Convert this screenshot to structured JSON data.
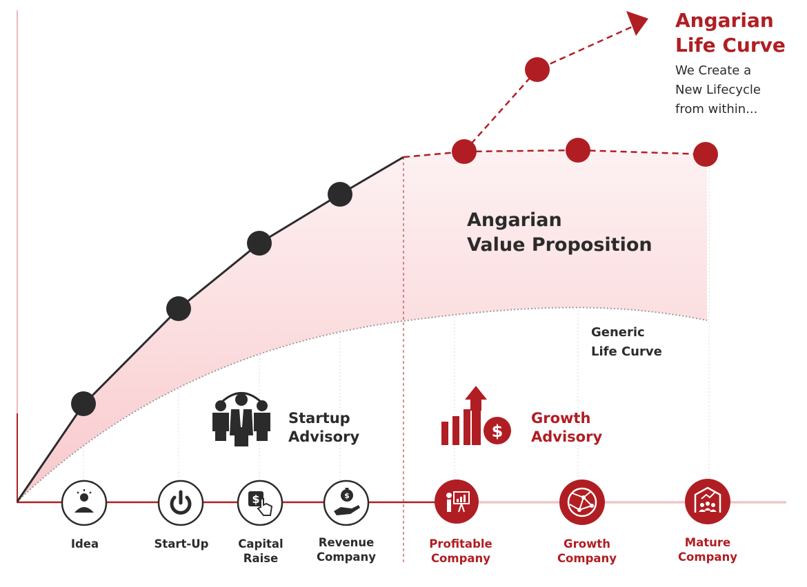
{
  "colors": {
    "red": "#b01e23",
    "dark": "#2b2b2b",
    "fill": "#f9d3d5"
  },
  "headline": {
    "title_line1": "Angarian",
    "title_line2": "Life Curve",
    "sub_line1": "We Create a",
    "sub_line2": "New Lifecycle",
    "sub_line3": "from within..."
  },
  "value_proposition": {
    "line1": "Angarian",
    "line2": "Value Proposition"
  },
  "generic_curve": {
    "line1": "Generic",
    "line2": "Life Curve"
  },
  "advisory": {
    "startup_line1": "Startup",
    "startup_line2": "Advisory",
    "growth_line1": "Growth",
    "growth_line2": "Advisory"
  },
  "stages": [
    {
      "label": "Idea",
      "icon": "lightbulb-person-icon"
    },
    {
      "label": "Start-Up",
      "icon": "power-icon"
    },
    {
      "label": "Capital\nRaise",
      "icon": "tap-dollar-icon"
    },
    {
      "label": "Revenue\nCompany",
      "icon": "money-bag-hand-icon"
    },
    {
      "label": "Profitable\nCompany",
      "icon": "presentation-icon"
    },
    {
      "label": "Growth\nCompany",
      "icon": "globe-icon"
    },
    {
      "label": "Mature\nCompany",
      "icon": "team-growth-icon"
    }
  ]
}
